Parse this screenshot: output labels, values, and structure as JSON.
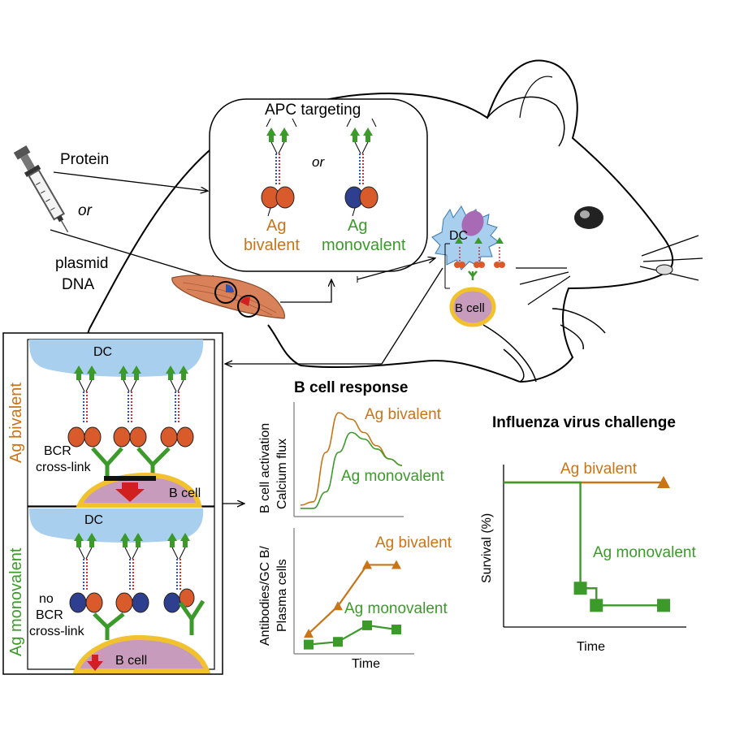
{
  "injection": {
    "protein": "Protein",
    "or": "or",
    "plasmid_line1": "plasmid",
    "plasmid_line2": "DNA"
  },
  "apc_box": {
    "title": "APC targeting",
    "or": "or",
    "bivalent_line1": "Ag",
    "bivalent_line2": "bivalent",
    "monovalent_line1": "Ag",
    "monovalent_line2": "monovalent"
  },
  "mouse_inset": {
    "dc": "DC",
    "bcell": "B cell"
  },
  "panel_bivalent": {
    "side_label": "Ag bivalent",
    "dc": "DC",
    "bcr_line1": "BCR",
    "bcr_line2": "cross-link",
    "bcell": "B cell"
  },
  "panel_monovalent": {
    "side_label": "Ag monovalent",
    "dc": "DC",
    "bcr_line1": "no",
    "bcr_line2": "BCR",
    "bcr_line3": "cross-link",
    "bcell": "B cell"
  },
  "bcell_response": {
    "title": "B cell response",
    "top_ylabel_line1": "B cell activation",
    "top_ylabel_line2": "Calcium flux",
    "top_series_bivalent": "Ag bivalent",
    "top_series_monovalent": "Ag monovalent",
    "bottom_ylabel_line1": "Antibodies/GC B/",
    "bottom_ylabel_line2": "Plasma cells",
    "bottom_series_bivalent": "Ag bivalent",
    "bottom_series_monovalent": "Ag monovalent",
    "xlabel": "Time"
  },
  "influenza": {
    "title": "Influenza virus challenge",
    "ylabel": "Survival (%)",
    "xlabel": "Time",
    "series_bivalent": "Ag bivalent",
    "series_monovalent": "Ag monovalent"
  },
  "colors": {
    "bivalent": "#c87417",
    "monovalent": "#3c9a2b",
    "dc": "#a9cfee",
    "bcell_fill": "#c79bbb",
    "bcell_ring": "#f2c12e",
    "antigen_orange": "#d95a2b",
    "antigen_blue": "#2f3f8f"
  },
  "chart_data": [
    {
      "type": "line",
      "title": "B cell response",
      "ylabel": "B cell activation Calcium flux",
      "xlabel": "",
      "series": [
        {
          "name": "Ag bivalent",
          "x": [
            0,
            1,
            2,
            3,
            4,
            5,
            6,
            7,
            8
          ],
          "values": [
            2,
            3,
            18,
            30,
            28,
            24,
            20,
            16,
            14
          ]
        },
        {
          "name": "Ag monovalent",
          "x": [
            0,
            1,
            2,
            3,
            4,
            5,
            6,
            7,
            8
          ],
          "values": [
            1,
            1,
            6,
            18,
            24,
            22,
            19,
            16,
            14
          ]
        }
      ]
    },
    {
      "type": "line",
      "ylabel": "Antibodies/GC B/ Plasma cells",
      "xlabel": "Time",
      "series": [
        {
          "name": "Ag bivalent",
          "x": [
            1,
            2,
            3,
            4
          ],
          "values": [
            1,
            3,
            6,
            6
          ]
        },
        {
          "name": "Ag monovalent",
          "x": [
            1,
            2,
            3,
            4
          ],
          "values": [
            0.2,
            0.4,
            1.6,
            1.3
          ]
        }
      ]
    },
    {
      "type": "line",
      "title": "Influenza virus challenge",
      "ylabel": "Survival (%)",
      "xlabel": "Time",
      "series": [
        {
          "name": "Ag bivalent",
          "x": [
            0,
            5
          ],
          "values": [
            100,
            100
          ]
        },
        {
          "name": "Ag monovalent",
          "x": [
            0,
            2.4,
            2.4,
            2.9,
            2.9,
            5
          ],
          "values": [
            100,
            100,
            26,
            26,
            14,
            14
          ]
        }
      ]
    }
  ]
}
